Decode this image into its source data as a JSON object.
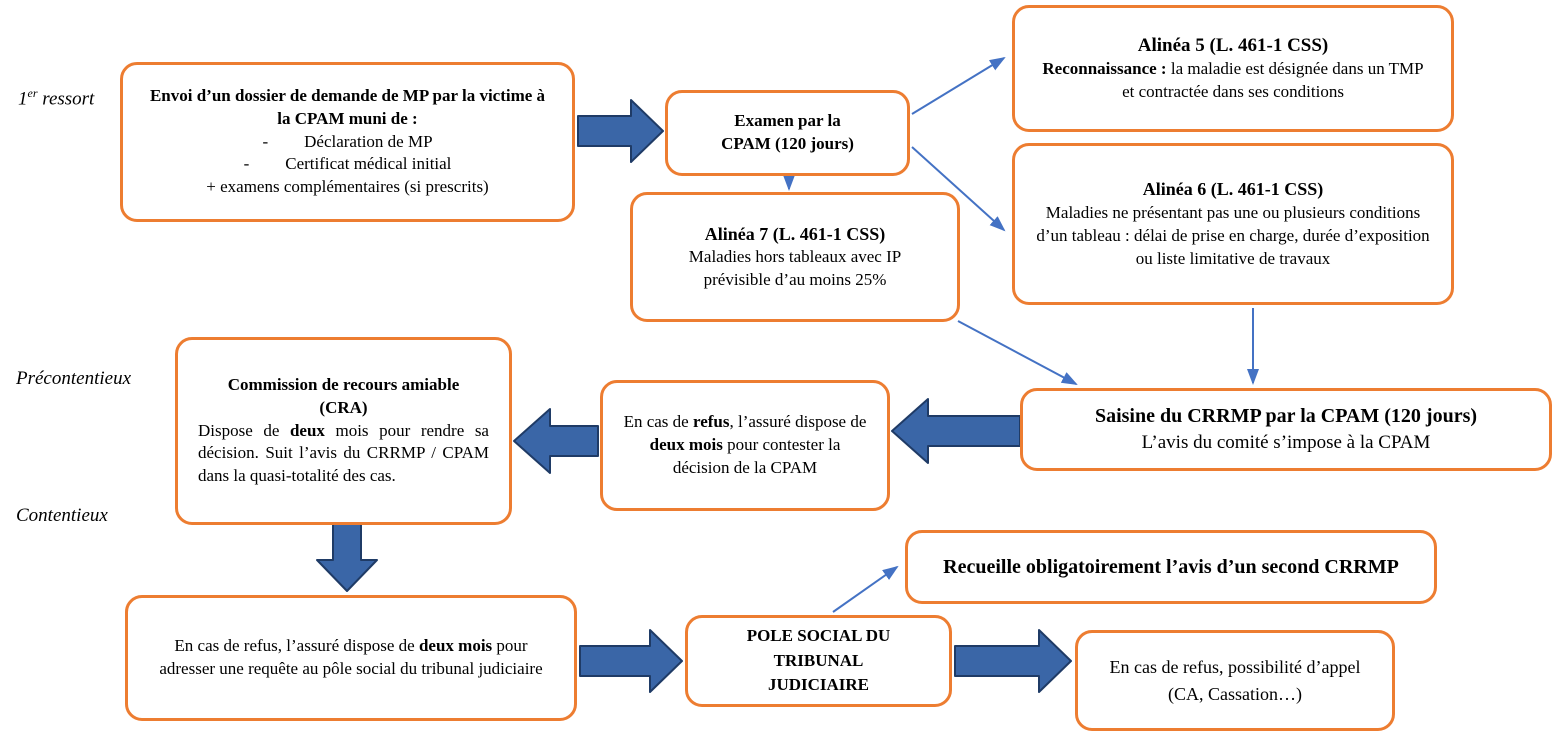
{
  "colors": {
    "box_border": "#ED7D31",
    "thin_arrow": "#4472C4",
    "block_arrow_fill": "#3A66A7",
    "block_arrow_stroke": "#1F3B66"
  },
  "side_labels": {
    "first_ressort_num": "1",
    "first_ressort_sup": "er",
    "first_ressort_rest": " ressort",
    "precontentieux": "Précontentieux",
    "contentieux": "Contentieux"
  },
  "boxes": {
    "envoi": {
      "title": "Envoi d’un dossier de demande de MP par la victime à la CPAM muni de :",
      "bullet1": "-",
      "item1": "Déclaration de MP",
      "bullet2": "-",
      "item2": "Certificat médical initial",
      "item3": "+ examens complémentaires (si prescrits)"
    },
    "examen": {
      "title": "Examen par la CPAM (120 jours)"
    },
    "alinea5": {
      "title": "Alinéa 5 (L. 461-1 CSS)",
      "lead": "Reconnaissance :",
      "body": " la maladie est désignée dans un TMP et contractée dans ses conditions"
    },
    "alinea6": {
      "title": "Alinéa 6 (L. 461-1 CSS)",
      "body": "Maladies ne présentant pas une ou plusieurs conditions d’un tableau : délai de prise en charge, durée d’exposition ou liste limitative de travaux"
    },
    "alinea7": {
      "title": "Alinéa 7 (L. 461-1 CSS)",
      "body": "Maladies hors tableaux avec IP prévisible d’au moins 25%"
    },
    "saisine": {
      "title": "Saisine du CRRMP par la CPAM (120 jours)",
      "subtitle": "L’avis du comité s’impose à la CPAM"
    },
    "contester": {
      "p1": "En cas de ",
      "b1": "refus",
      "p2": ", l’assuré dispose de ",
      "b2": "deux mois",
      "p3": " pour contester la décision de la CPAM"
    },
    "cra": {
      "title": "Commission de recours amiable (CRA)",
      "p1": "Dispose de ",
      "b1": "deux",
      "p2": " mois pour rendre sa décision. Suit l’avis du CRRMP / CPAM dans la quasi-totalité des cas."
    },
    "requete": {
      "p1": "En cas de refus, l’assuré dispose de ",
      "b1": "deux mois",
      "p2": " pour adresser une requête au pôle social du tribunal judiciaire"
    },
    "pole_social": {
      "title": "POLE SOCIAL DU TRIBUNAL JUDICIAIRE"
    },
    "second_crrmp": {
      "title": "Recueille obligatoirement l’avis d’un second CRRMP"
    },
    "appel": {
      "body": "En cas de refus, possibilité d’appel (CA, Cassation…)"
    }
  }
}
